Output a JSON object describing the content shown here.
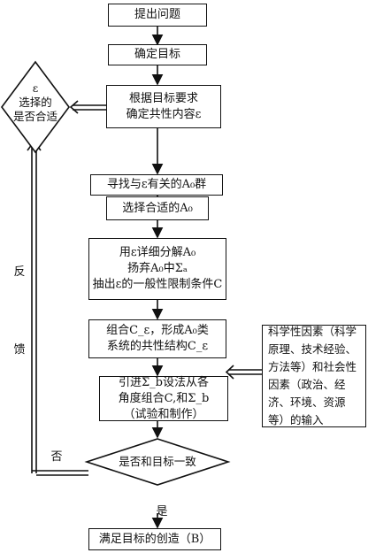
{
  "nodes": {
    "n1": "提出问题",
    "n2": "确定目标",
    "n3": "根据目标要求\n确定共性内容ε",
    "n4": "寻找与ε有关的A₀群",
    "n5": "选择合适的A₀",
    "n6": "用ε详细分解A₀\n扬弃A₀中Σₐ\n抽出ε的一般性限制条件C",
    "n7": "组合C_ε，形成A₀类\n系统的共性结构C_ε",
    "n8": "引进Σ_b设法从各\n角度组合C,和Σ_b\n（试验和制作）",
    "n9": "满足目标的创造（B）",
    "side_box": "科学性因素（科学原理、技术经验、方法等）和社会性因素（政治、经济、环境、资源等）的输入",
    "diamond_left": "ε\n选择的\n是否合适",
    "diamond_bottom": "是否和目标一致"
  },
  "labels": {
    "feedback_1": "反",
    "feedback_2": "馈",
    "no": "否",
    "yes": "是"
  }
}
